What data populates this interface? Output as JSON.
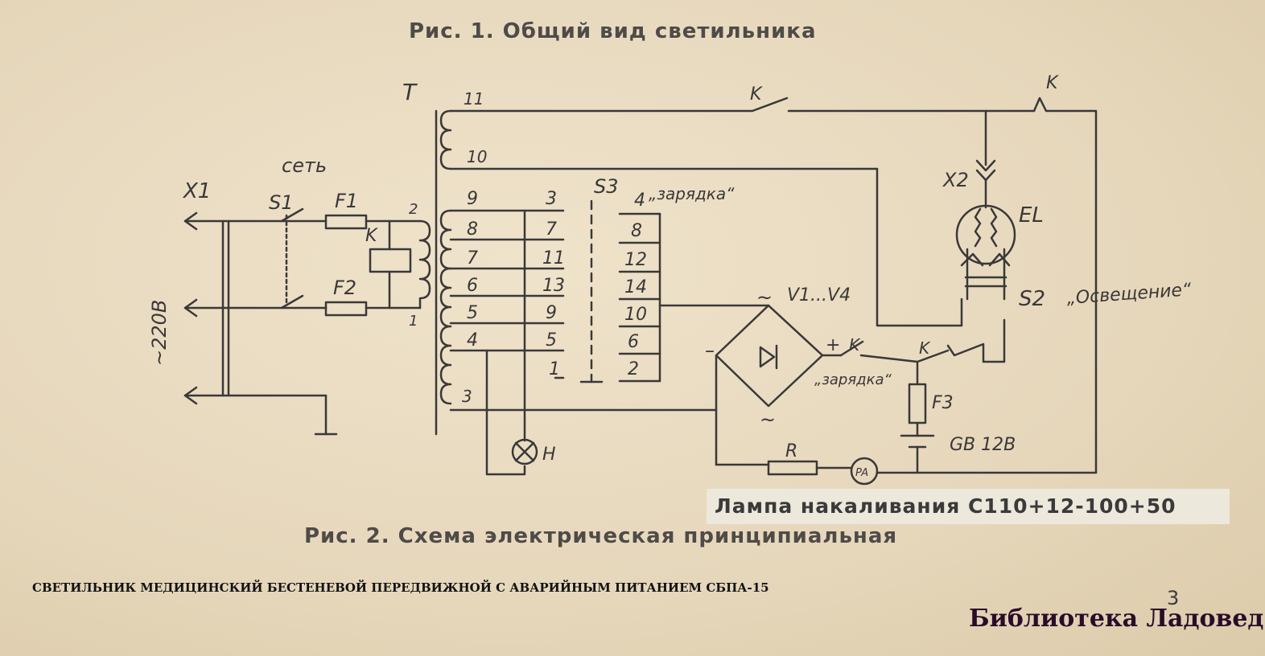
{
  "captions": {
    "fig1": "Рис. 1. Общий вид светильника",
    "fig2": "Рис. 2. Схема электрическая принципиальная",
    "lamp": "Лампа накаливания С110+12-100+50",
    "footer_title": "СВЕТИЛЬНИК МЕДИЦИНСКИЙ БЕСТЕНЕВОЙ ПЕРЕДВИЖНОЙ С АВАРИЙНЫМ ПИТАНИЕМ СБПА-15",
    "page_number": "3",
    "library": "Библиотека Ладовед"
  },
  "labels": {
    "x1": "X1",
    "s1": "S1",
    "mains": "сеть",
    "f1": "F1",
    "f2": "F2",
    "k_relay": "K",
    "voltage": "~220В",
    "t": "T",
    "pin_2": "2",
    "pin_1": "1",
    "tap_11": "11",
    "tap_10": "10",
    "tap_9": "9",
    "tap_8": "8",
    "tap_7": "7",
    "tap_6": "6",
    "tap_5": "5",
    "tap_4": "4",
    "tap_3": "3",
    "s3": "S3",
    "s3_left": [
      "3",
      "7",
      "11",
      "13",
      "9",
      "5",
      "1"
    ],
    "s3_right": [
      "4",
      "8",
      "12",
      "14",
      "10",
      "6",
      "2"
    ],
    "charge_mode": "„зарядка“",
    "charge_label": "„зарядка“",
    "k_top1": "K",
    "k_top2": "K",
    "k_charge": "K",
    "k_right": "K",
    "x2": "X2",
    "el": "EL",
    "s2": "S2",
    "lighting": "„Освещение“",
    "bridge": "V1...V4",
    "ac_top": "~",
    "ac_bottom": "~",
    "minus": "–",
    "plus": "+",
    "h": "H",
    "f3": "F3",
    "gb": "GB 12В",
    "r": "R",
    "pa": "PA"
  }
}
